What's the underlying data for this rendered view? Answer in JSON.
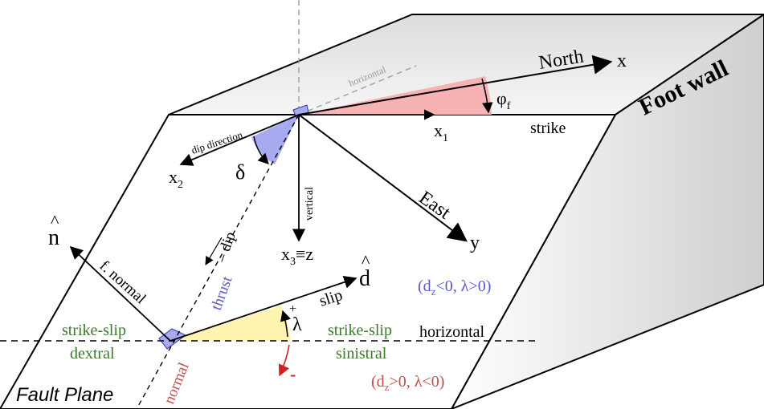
{
  "labels": {
    "foot_wall": "Foot wall",
    "fault_plane": "Fault Plane",
    "north": "North",
    "east": "East",
    "x": "x",
    "y": "y",
    "x1": "x",
    "x1_sub": "1",
    "x2": "x",
    "x2_sub": "2",
    "x3": "x",
    "x3_sub": "3",
    "x3_eq": "≡z",
    "phi": "φ",
    "phi_sub": "f",
    "strike": "strike",
    "horizontal_top": "horizontal",
    "dip_direction": "dip direction",
    "delta": "δ",
    "vertical": "vertical",
    "dip": "– dip",
    "thrust": "thrust",
    "normal": "normal",
    "n_hat": "n",
    "hat": "^",
    "f_normal": "f. normal",
    "d_hat": "d",
    "slip": "slip",
    "lambda": "λ",
    "plus": "+",
    "minus": "-",
    "strike_slip_left": "strike-slip",
    "dextral": "dextral",
    "strike_slip_right": "strike-slip",
    "sinistral": "sinistral",
    "horizontal_bottom": "horizontal",
    "cond_top_a": "(d",
    "cond_top_sub": "z",
    "cond_top_b": "<0, λ>0)",
    "cond_bottom_a": "(d",
    "cond_bottom_sub": "z",
    "cond_bottom_b": ">0, λ<0)"
  },
  "colors": {
    "green": "#3a7a2a",
    "blue": "#5a5ac8",
    "red": "#c0504d",
    "arrow_red": "#d02020",
    "pink_fill": "#f7b3b3",
    "blue_fill": "#a8aaf0",
    "yellow_fill": "#fff3b0",
    "foot_wall_gray": "#dcdcdc"
  }
}
